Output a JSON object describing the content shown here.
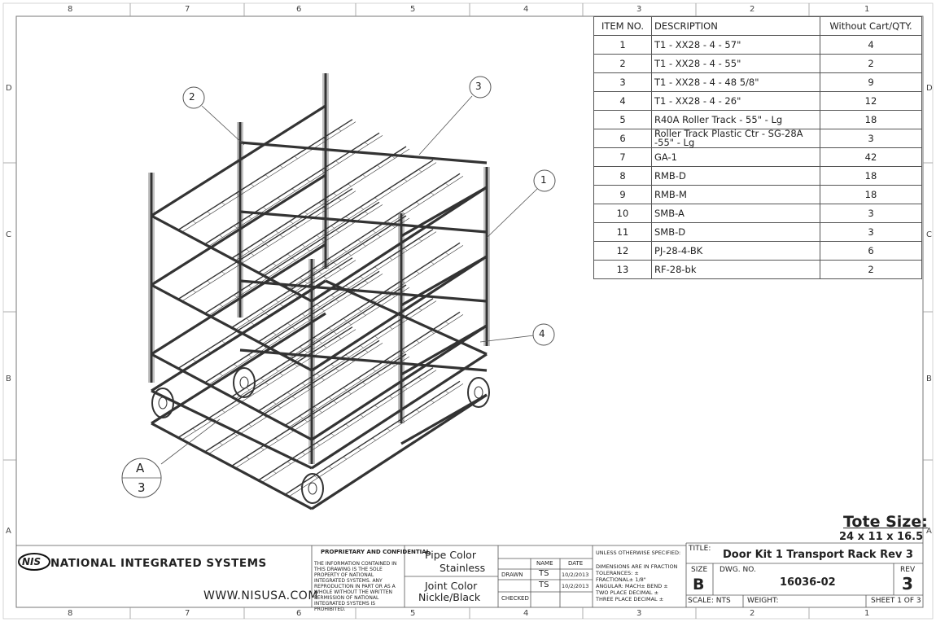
{
  "zones": {
    "top": [
      "8",
      "7",
      "6",
      "5",
      "4",
      "3",
      "2",
      "1"
    ],
    "bottom": [
      "8",
      "7",
      "6",
      "5",
      "4",
      "3",
      "2",
      "1"
    ],
    "left": [
      "D",
      "C",
      "B",
      "A"
    ],
    "right": [
      "D",
      "C",
      "B",
      "A"
    ]
  },
  "bom": {
    "headers": [
      "ITEM NO.",
      "DESCRIPTION",
      "Without Cart/QTY."
    ],
    "rows": [
      [
        "1",
        "T1 - XX28 - 4 - 57\"",
        "4"
      ],
      [
        "2",
        "T1 - XX28 - 4 - 55\"",
        "2"
      ],
      [
        "3",
        "T1 - XX28 - 4 - 48 5/8\"",
        "9"
      ],
      [
        "4",
        "T1 - XX28 - 4 - 26\"",
        "12"
      ],
      [
        "5",
        "R40A Roller Track - 55\" - Lg",
        "18"
      ],
      [
        "6",
        "Roller Track Plastic Ctr - SG-28A -55\" - Lg",
        "3"
      ],
      [
        "7",
        "GA-1",
        "42"
      ],
      [
        "8",
        "RMB-D",
        "18"
      ],
      [
        "9",
        "RMB-M",
        "18"
      ],
      [
        "10",
        "SMB-A",
        "3"
      ],
      [
        "11",
        "SMB-D",
        "3"
      ],
      [
        "12",
        "PJ-28-4-BK",
        "6"
      ],
      [
        "13",
        "RF-28-bk",
        "2"
      ]
    ]
  },
  "callouts": [
    "1",
    "2",
    "3",
    "4"
  ],
  "detail": {
    "letter": "A",
    "sheet": "3"
  },
  "tote": {
    "label": "Tote Size:",
    "size": "24 x 11 x 16.5"
  },
  "company": {
    "logo": "NIS",
    "name": "NATIONAL INTEGRATED SYSTEMS",
    "url": "WWW.NISUSA.COM"
  },
  "proprietary": {
    "title": "PROPRIETARY AND CONFIDENTIAL",
    "text": "THE INFORMATION CONTAINED IN THIS DRAWING IS THE SOLE PROPERTY OF NATIONAL INTEGRATED SYSTEMS. ANY REPRODUCTION IN PART OR AS A WHOLE WITHOUT THE WRITTEN PERMISSION OF NATIONAL INTEGRATED SYSTEMS IS PROHIBITED."
  },
  "pipe": {
    "label": "Pipe Color",
    "value": "Stainless"
  },
  "joint": {
    "label": "Joint Color",
    "value": "Nickle/Black"
  },
  "signoff": {
    "name_hdr": "NAME",
    "date_hdr": "DATE",
    "drawn_label": "DRAWN",
    "drawn_name": "TS",
    "drawn_date": "10/2/2013",
    "checked_name": "TS",
    "checked_date": "10/2/2013",
    "checked_label": "CHECKED"
  },
  "tolerances": {
    "header": "UNLESS OTHERWISE SPECIFIED:",
    "lines": [
      "DIMENSIONS ARE IN FRACTION",
      "TOLERANCES: ±",
      "FRACTIONAL± 1/8\"",
      "ANGULAR: MACH± BEND ±",
      "TWO PLACE DECIMAL ±",
      "THREE PLACE DECIMAL ±"
    ]
  },
  "titleblock": {
    "title_label": "TITLE:",
    "title": "Door Kit 1 Transport Rack Rev 3",
    "size_label": "SIZE",
    "size": "B",
    "dwg_label": "DWG. NO.",
    "dwg": "16036-02",
    "rev_label": "REV",
    "rev": "3",
    "scale": "SCALE: NTS",
    "weight": "WEIGHT:",
    "sheet": "SHEET 1 OF 3"
  }
}
